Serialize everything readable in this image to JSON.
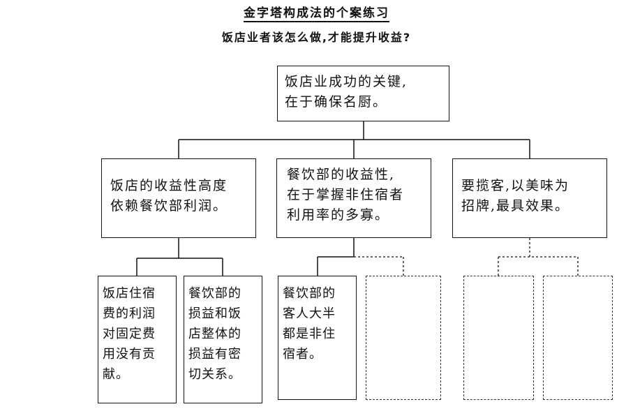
{
  "header": {
    "title": "金字塔构成法的个案练习",
    "subtitle": "饭店业者该怎么做,才能提升收益?"
  },
  "pyramid": {
    "top": {
      "lines": [
        "饭店业成功的关键,",
        "在于确保名厨。"
      ]
    },
    "level2": [
      {
        "lines": [
          "饭店的收益性高度",
          "依赖餐饮部利润。"
        ]
      },
      {
        "lines": [
          "餐饮部的收益性,",
          "在于掌握非住宿者",
          "利用率的多寡。"
        ]
      },
      {
        "lines": [
          "要揽客,以美味为",
          "招牌,最具效果。"
        ]
      }
    ],
    "level3": [
      {
        "lines": [
          "饭店住宿",
          "费的利润",
          "对固定费",
          "用没有贡",
          "献。"
        ]
      },
      {
        "lines": [
          "餐饮部的",
          "损益和饭",
          "店整体的",
          "损益有密",
          "切关系。"
        ]
      },
      {
        "lines": [
          "餐饮部的",
          "客人大半",
          "都是非住",
          "宿者。"
        ]
      }
    ]
  }
}
